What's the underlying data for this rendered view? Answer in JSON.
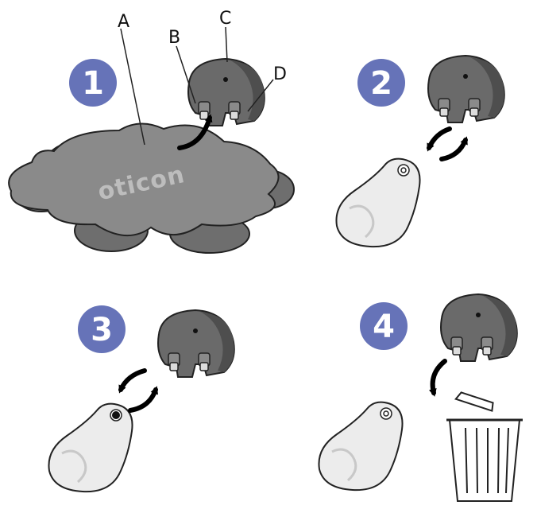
{
  "colors": {
    "step_badge": "#6673b8",
    "holder_fill": "#8a8a8a",
    "holder_shadow": "#6e6e6e",
    "tool_fill": "#6a6a6a",
    "tool_cap": "#4e4e4e",
    "dome_fill": "#ececec",
    "outline": "#222222",
    "arrow": "#000000"
  },
  "steps": [
    {
      "number": "1"
    },
    {
      "number": "2"
    },
    {
      "number": "3"
    },
    {
      "number": "4"
    }
  ],
  "part_labels": {
    "a": "A",
    "b": "B",
    "c": "C",
    "d": "D"
  },
  "brand_text": "oticon",
  "icons": {
    "holder": "wax-filter-holder",
    "tool": "filter-change-tool",
    "dome": "dome-earpiece",
    "bin": "trash-bin-icon",
    "arrow": "curved-arrow-icon"
  }
}
